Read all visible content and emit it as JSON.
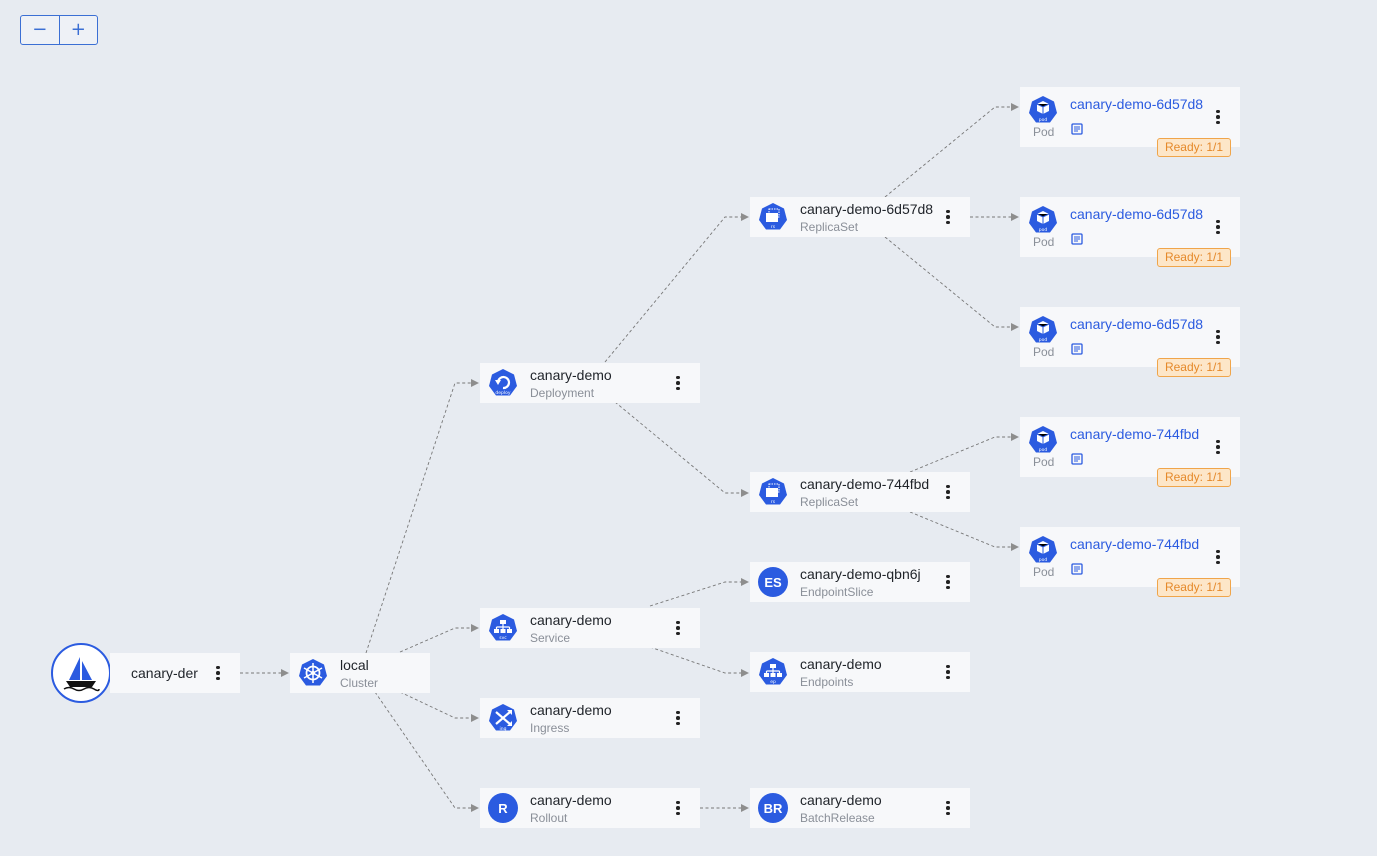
{
  "zoom": {
    "minus": "−",
    "plus": "+"
  },
  "colors": {
    "accent": "#2b5be0",
    "badge_bg": "#fde6c8",
    "badge_border": "#f0a54a",
    "badge_text": "#e5892a"
  },
  "root": {
    "label": "canary-der",
    "icon": "sailboat-icon"
  },
  "cluster": {
    "name": "local",
    "kind": "Cluster",
    "icon": "kubernetes-helm-icon"
  },
  "deployment": {
    "name": "canary-demo",
    "kind": "Deployment",
    "icon_text": "deploy"
  },
  "service": {
    "name": "canary-demo",
    "kind": "Service",
    "icon_text": "svc"
  },
  "ingress": {
    "name": "canary-demo",
    "kind": "Ingress",
    "icon_text": "ing"
  },
  "rollout": {
    "name": "canary-demo",
    "kind": "Rollout",
    "icon_text": "R"
  },
  "rs1": {
    "name": "canary-demo-6d57d8",
    "kind": "ReplicaSet",
    "icon_text": "rs"
  },
  "rs2": {
    "name": "canary-demo-744fbd",
    "kind": "ReplicaSet",
    "icon_text": "rs"
  },
  "endpointslice": {
    "name": "canary-demo-qbn6j",
    "kind": "EndpointSlice",
    "icon_text": "ES"
  },
  "endpoints": {
    "name": "canary-demo",
    "kind": "Endpoints",
    "icon_text": "ep"
  },
  "batchrelease": {
    "name": "canary-demo",
    "kind": "BatchRelease",
    "icon_text": "BR"
  },
  "pods": [
    {
      "name": "canary-demo-6d57d8",
      "kind": "Pod",
      "status": "Ready: 1/1",
      "icon_text": "pod"
    },
    {
      "name": "canary-demo-6d57d8",
      "kind": "Pod",
      "status": "Ready: 1/1",
      "icon_text": "pod"
    },
    {
      "name": "canary-demo-6d57d8",
      "kind": "Pod",
      "status": "Ready: 1/1",
      "icon_text": "pod"
    },
    {
      "name": "canary-demo-744fbd",
      "kind": "Pod",
      "status": "Ready: 1/1",
      "icon_text": "pod"
    },
    {
      "name": "canary-demo-744fbd",
      "kind": "Pod",
      "status": "Ready: 1/1",
      "icon_text": "pod"
    }
  ]
}
